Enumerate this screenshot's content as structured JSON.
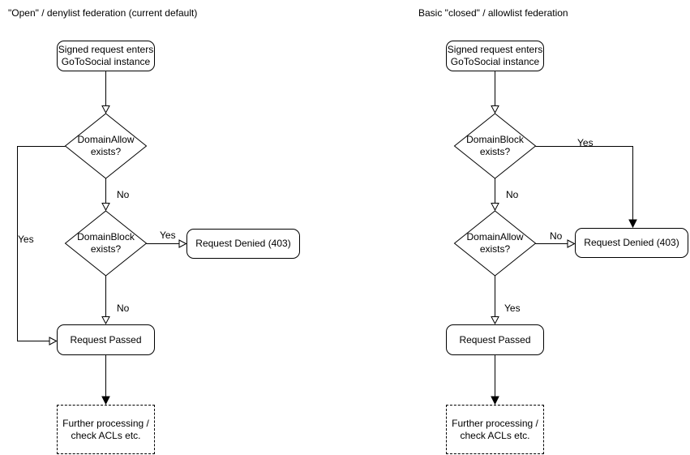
{
  "colors": {
    "stroke": "#000000",
    "text": "#000000",
    "background": "#ffffff"
  },
  "left": {
    "title": "\"Open\" / denylist federation (current default)",
    "nodes": {
      "start": {
        "line1": "Signed request enters",
        "line2": "GoToSocial instance"
      },
      "decision_allow": {
        "line1": "DomainAllow",
        "line2": "exists?"
      },
      "decision_block": {
        "line1": "DomainBlock",
        "line2": "exists?"
      },
      "denied": {
        "label": "Request Denied (403)"
      },
      "passed": {
        "label": "Request Passed"
      },
      "further": {
        "line1": "Further processing /",
        "line2": "check ACLs etc."
      }
    },
    "edges": {
      "allow_yes": "Yes",
      "allow_no": "No",
      "block_yes": "Yes",
      "block_no": "No"
    }
  },
  "right": {
    "title": "Basic \"closed\" / allowlist federation",
    "nodes": {
      "start": {
        "line1": "Signed request enters",
        "line2": "GoToSocial instance"
      },
      "decision_block": {
        "line1": "DomainBlock",
        "line2": "exists?"
      },
      "decision_allow": {
        "line1": "DomainAllow",
        "line2": "exists?"
      },
      "denied": {
        "label": "Request Denied (403)"
      },
      "passed": {
        "label": "Request Passed"
      },
      "further": {
        "line1": "Further processing /",
        "line2": "check ACLs etc."
      }
    },
    "edges": {
      "block_yes": "Yes",
      "block_no": "No",
      "allow_no": "No",
      "allow_yes": "Yes"
    }
  }
}
